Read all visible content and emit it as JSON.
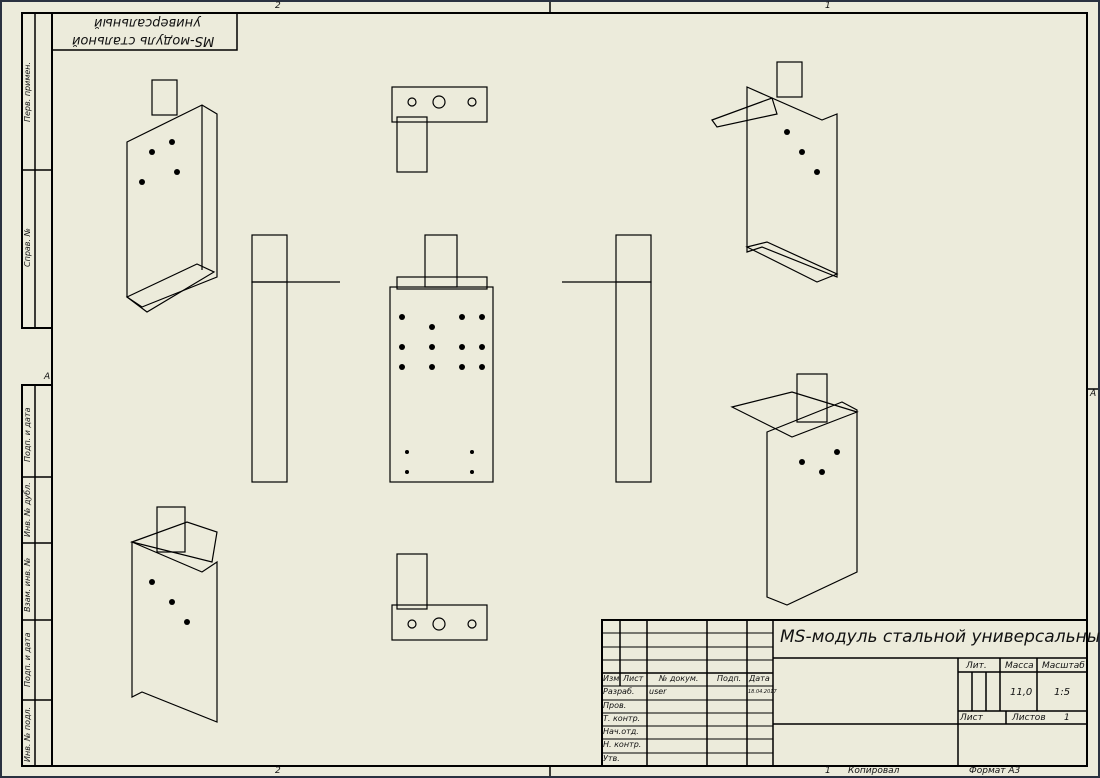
{
  "drawing": {
    "title": "MS-модуль стальной универсальный",
    "mirrored_label_line1": "MS-модуль стальной",
    "mirrored_label_line2": "универсальный",
    "zones": {
      "top_left": "2",
      "top_right": "1",
      "bottom_left": "2",
      "bottom_right": "1",
      "left": "A",
      "right": "A"
    },
    "left_strip": [
      "Перв. примен.",
      "Справ. №",
      "Подп. и дата",
      "Инв. № дубл.",
      "Взам. инв. №",
      "Подп. и дата",
      "Инв. № подл."
    ],
    "title_block": {
      "headers": {
        "izm": "Изм.",
        "list": "Лист",
        "doc": "№ докум.",
        "podp": "Подп.",
        "data": "Дата"
      },
      "rows": [
        "Разраб.",
        "Пров.",
        "Т. контр.",
        "Нач.отд.",
        "Н. контр.",
        "Утв."
      ],
      "developer": "user",
      "date": "18.04.2017",
      "lit_label": "Лит.",
      "mass_label": "Масса",
      "scale_label": "Масштаб",
      "mass": "11,0",
      "scale": "1:5",
      "sheet_label": "Лист",
      "sheets_label": "Листов",
      "sheets": "1"
    },
    "footer": {
      "num": "1",
      "copied": "Копировал",
      "format": "Формат А3"
    }
  }
}
